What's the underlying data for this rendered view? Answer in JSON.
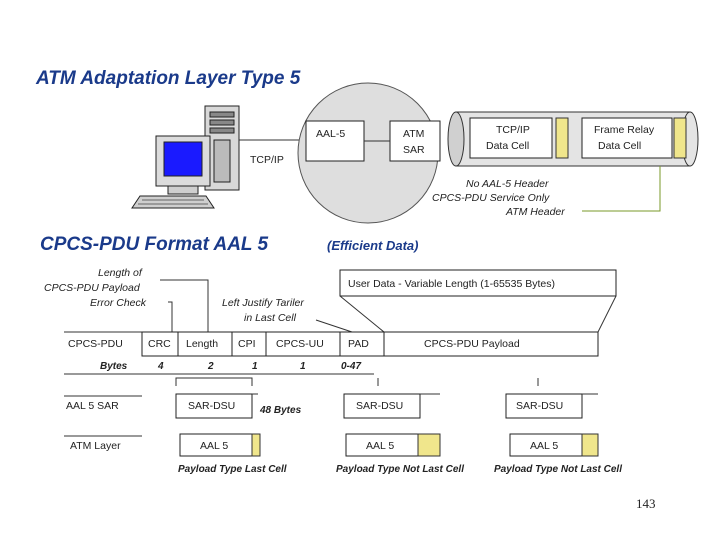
{
  "titles": {
    "top": "ATM Adaptation Layer Type 5",
    "bottom_main": "CPCS-PDU Format AAL 5",
    "bottom_sub": "(Efficient Data)"
  },
  "top_diagram": {
    "tcpip_label": "TCP/IP",
    "circle_aal5": "AAL-5",
    "circle_atm_line1": "ATM",
    "circle_atm_line2": "SAR",
    "cell1_line1": "TCP/IP",
    "cell1_line2": "Data Cell",
    "cell2_line1": "Frame Relay",
    "cell2_line2": "Data Cell",
    "note_line1": "No AAL-5 Header",
    "note_line2": "CPCS-PDU Service Only",
    "note_line3": "ATM Header"
  },
  "annotations": {
    "length_of_line1": "Length of",
    "length_of_line2": "CPCS-PDU Payload",
    "error_check": "Error Check",
    "left_justify_line1": "Left Justify Tariler",
    "left_justify_line2": "in Last Cell",
    "user_data": "User Data - Variable Length (1-65535 Bytes)"
  },
  "rows": {
    "cpcs_pdu": "CPCS-PDU",
    "bytes": "Bytes",
    "aal5_sar": "AAL 5 SAR",
    "atm_layer": "ATM Layer"
  },
  "pdu_fields": [
    {
      "name": "CRC",
      "bytes": "4"
    },
    {
      "name": "Length",
      "bytes": "2"
    },
    {
      "name": "CPI",
      "bytes": "1"
    },
    {
      "name": "CPCS-UU",
      "bytes": "1"
    },
    {
      "name": "PAD",
      "bytes": "0-47"
    },
    {
      "name": "CPCS-PDU Payload",
      "bytes": ""
    }
  ],
  "sar": {
    "sar_dsu": "SAR-DSU",
    "bytes_48": "48 Bytes",
    "aal5": "AAL 5",
    "payload_last": "Payload Type Last Cell",
    "payload_not_last": "Payload Type Not Last Cell"
  },
  "page_number": "143",
  "colors": {
    "title": "#1a3a8a",
    "cell_fill": "#e8e8e8",
    "cell_accent": "#f0e68c",
    "green_line": "#7a9a2a",
    "monitor_screen": "#1a1aff"
  },
  "icons": {
    "computer": "desktop-computer-icon"
  }
}
